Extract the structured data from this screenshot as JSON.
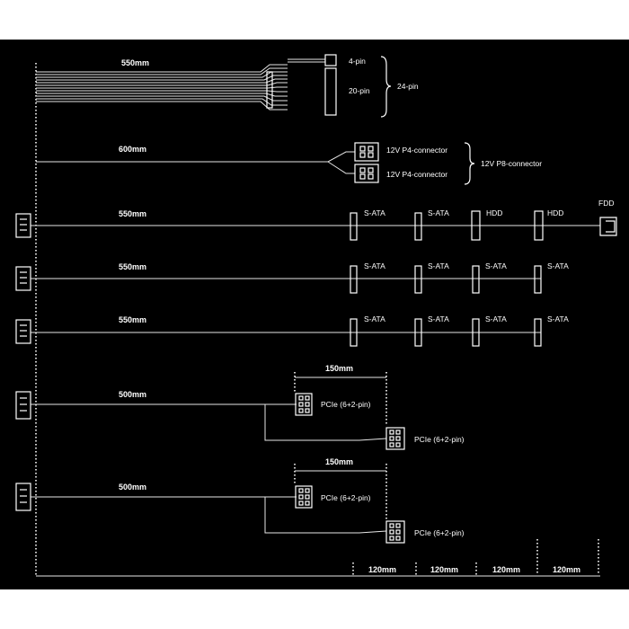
{
  "background_color": "#000000",
  "line_color": "#ffffff",
  "cables": {
    "atx": {
      "length": "550mm",
      "pin4_label": "4-pin",
      "pin20_label": "20-pin",
      "total_label": "24-pin"
    },
    "cpu": {
      "length": "600mm",
      "p4_label_a": "12V P4-connector",
      "p4_label_b": "12V P4-connector",
      "p8_label": "12V P8-connector"
    },
    "peripheral_1": {
      "length": "550mm",
      "labels": [
        "S-ATA",
        "S-ATA",
        "HDD",
        "HDD",
        "FDD"
      ]
    },
    "peripheral_2": {
      "length": "550mm",
      "labels": [
        "S-ATA",
        "S-ATA",
        "S-ATA",
        "S-ATA"
      ]
    },
    "peripheral_3": {
      "length": "550mm",
      "labels": [
        "S-ATA",
        "S-ATA",
        "S-ATA",
        "S-ATA"
      ]
    },
    "pcie_1": {
      "length": "500mm",
      "branch_length": "150mm",
      "label_a": "PCIe (6+2-pin)",
      "label_b": "PCIe (6+2-pin)"
    },
    "pcie_2": {
      "length": "500mm",
      "branch_length": "150mm",
      "label_a": "PCIe (6+2-pin)",
      "label_b": "PCIe (6+2-pin)"
    }
  },
  "spacing": [
    "120mm",
    "120mm",
    "120mm",
    "120mm"
  ]
}
